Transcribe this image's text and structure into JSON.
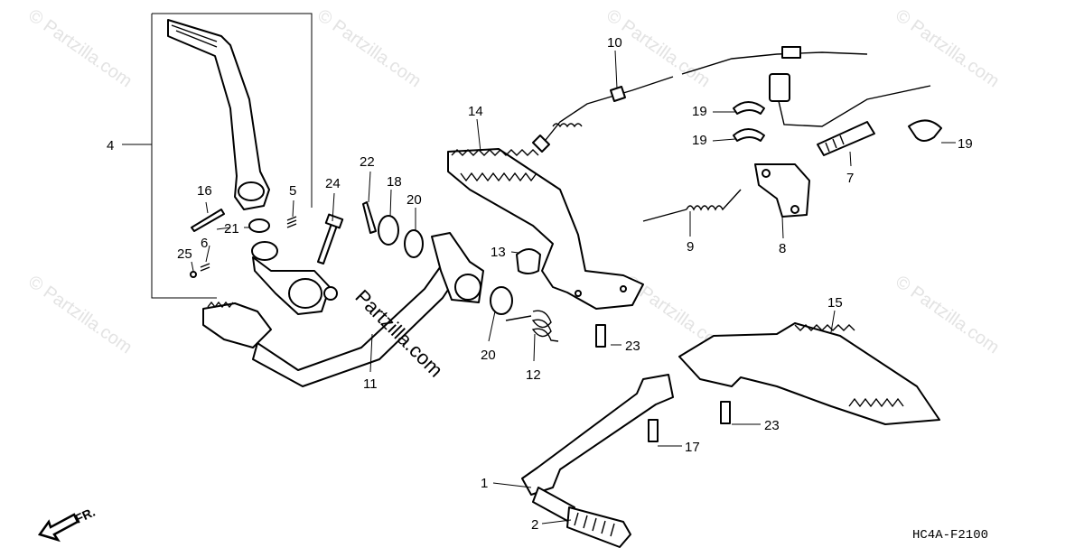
{
  "labels": {
    "l1": "1",
    "l2": "2",
    "l4": "4",
    "l5": "5",
    "l6": "6",
    "l7": "7",
    "l8": "8",
    "l9": "9",
    "l10": "10",
    "l11": "11",
    "l12": "12",
    "l13": "13",
    "l14": "14",
    "l15": "15",
    "l16": "16",
    "l17": "17",
    "l18": "18",
    "l19a": "19",
    "l19b": "19",
    "l19c": "19",
    "l20a": "20",
    "l20b": "20",
    "l21": "21",
    "l22": "22",
    "l23a": "23",
    "l23b": "23",
    "l24": "24",
    "l25": "25"
  },
  "diagram_code": "HC4A-F2100",
  "direction_label": "FR.",
  "watermark": "© Partzilla.com",
  "watermark_center": "Partzilla.com",
  "colors": {
    "ink": "#000000",
    "watermark": "#e3e3e3",
    "background": "#ffffff"
  }
}
